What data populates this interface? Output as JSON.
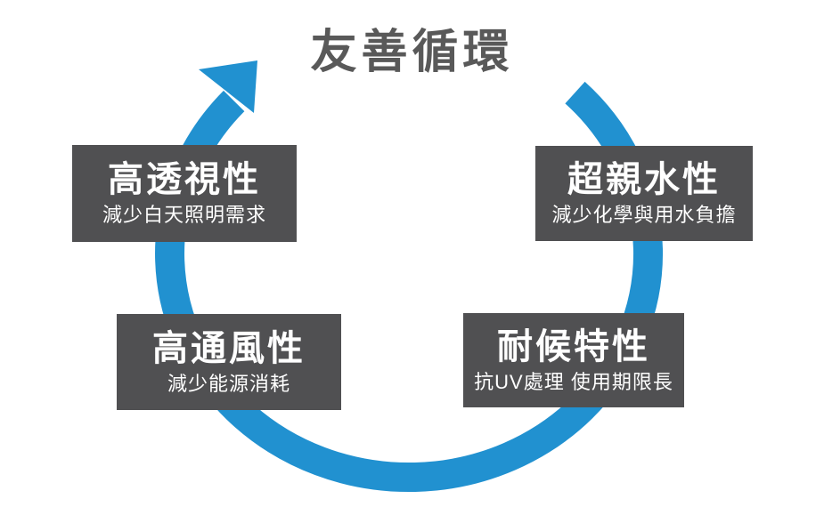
{
  "diagram": {
    "title": "友善循環",
    "colors": {
      "arrow": "#2191D0",
      "box_background": "#505052",
      "box_text": "#FFFFFF",
      "title_text": "#595959"
    },
    "boxes": [
      {
        "position": "top-left",
        "title": "高透視性",
        "subtitle": "減少白天照明需求"
      },
      {
        "position": "top-right",
        "title": "超親水性",
        "subtitle": "減少化學與用水負擔"
      },
      {
        "position": "bottom-left",
        "title": "高通風性",
        "subtitle": "減少能源消耗"
      },
      {
        "position": "bottom-right",
        "title": "耐候特性",
        "subtitle": "抗UV處理 使用期限長"
      }
    ]
  }
}
